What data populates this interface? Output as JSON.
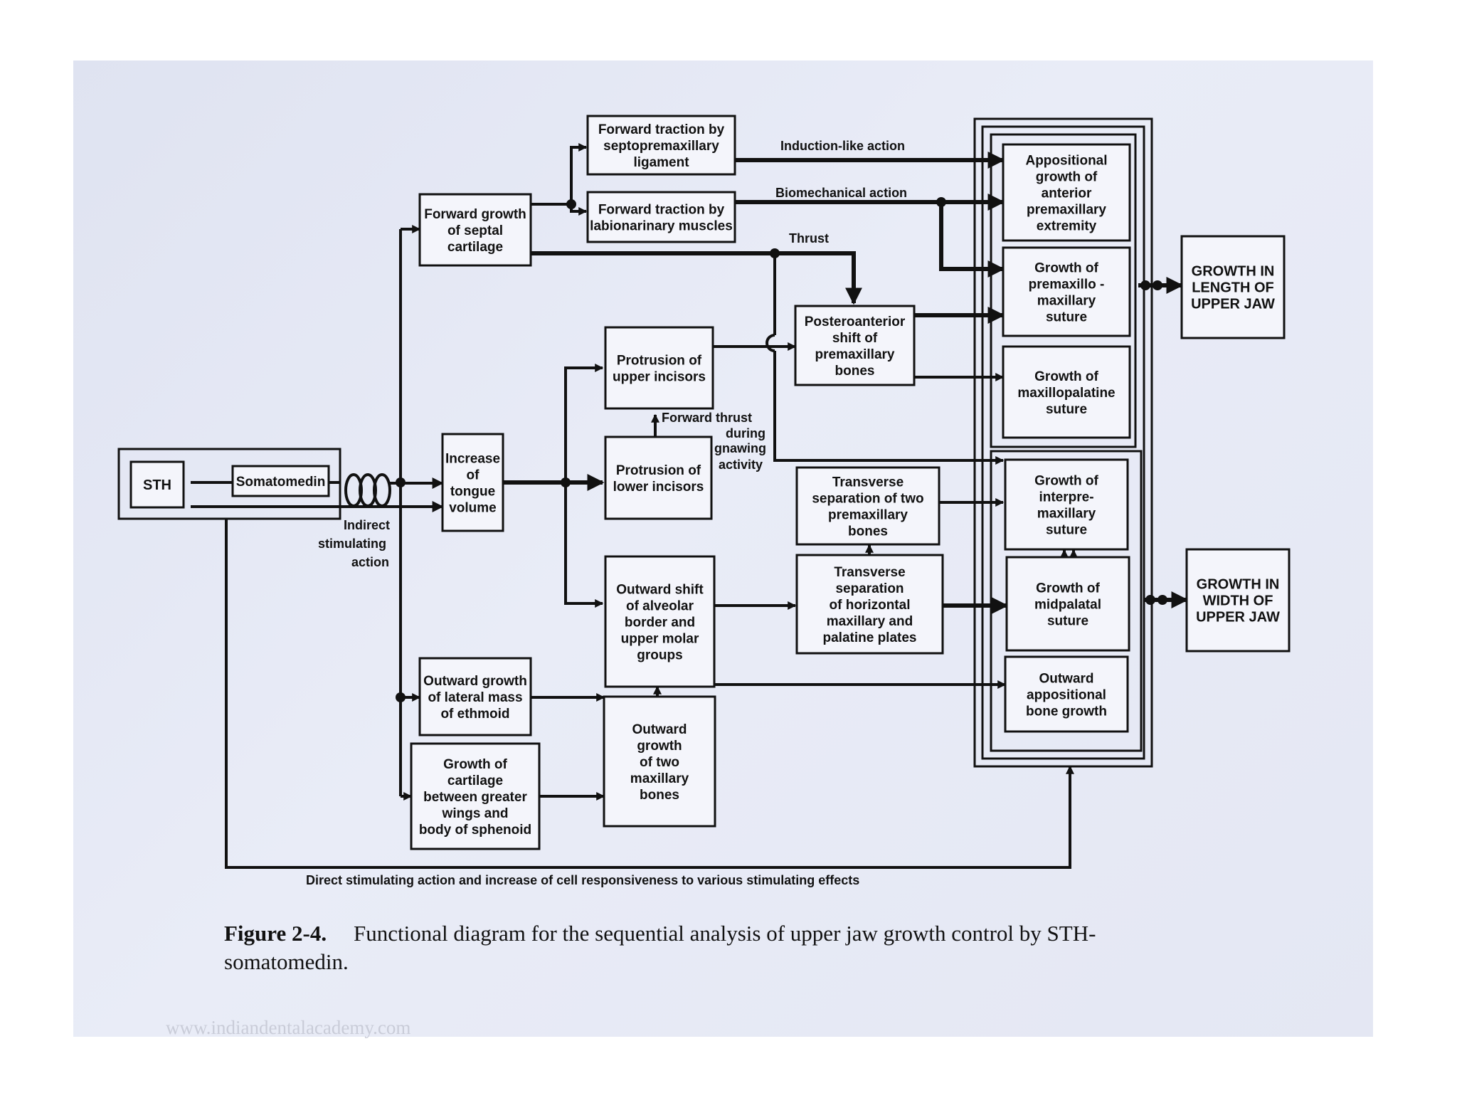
{
  "boxes": {
    "sth": [
      "STH"
    ],
    "somatomedin": [
      "Somatomedin"
    ],
    "septal": [
      "Forward growth",
      "of septal",
      "cartilage"
    ],
    "septoprem": [
      "Forward traction by",
      "septopremaxillary",
      "ligament"
    ],
    "labio": [
      "Forward traction by",
      "labionarinary muscles"
    ],
    "tongue": [
      "Increase",
      "of",
      "tongue",
      "volume"
    ],
    "protrusion_upper": [
      "Protrusion of",
      "upper incisors"
    ],
    "protrusion_lower": [
      "Protrusion of",
      "lower incisors"
    ],
    "posteroanterior": [
      "Posteroanterior",
      "shift of",
      "premaxillary",
      "bones"
    ],
    "transverse_two": [
      "Transverse",
      "separation  of two",
      "premaxillary",
      "bones"
    ],
    "outward_shift": [
      "Outward shift",
      "of alveolar",
      "border and",
      "upper molar",
      "groups"
    ],
    "transverse_horizontal": [
      "Transverse",
      "separation",
      "of horizontal",
      "maxillary and",
      "palatine plates"
    ],
    "ethmoid": [
      "Outward growth",
      "of  lateral mass",
      "of  ethmoid"
    ],
    "sphenoid": [
      "Growth of",
      "cartilage",
      "between greater",
      "wings and",
      "body of sphenoid"
    ],
    "two_maxillary": [
      "Outward",
      "growth",
      "of two",
      "maxillary",
      "bones"
    ],
    "appositional_anterior": [
      "Appositional",
      "growth  of",
      "anterior",
      "premaxillary",
      "extremity"
    ],
    "premaxillomaxillary": [
      "Growth of",
      "premaxillo -",
      "maxillary",
      "suture"
    ],
    "maxillopalatine": [
      "Growth of",
      "maxillopalatine",
      "suture"
    ],
    "interpremaxillary": [
      "Growth of",
      "interpre-",
      "maxillary",
      "suture"
    ],
    "midpalatal": [
      "Growth of",
      "midpalatal",
      "suture"
    ],
    "outward_appositional": [
      "Outward",
      "appositional",
      "bone growth"
    ],
    "growth_length": [
      "GROWTH IN",
      "LENGTH OF",
      "UPPER JAW"
    ],
    "growth_width": [
      "GROWTH IN",
      "WIDTH OF",
      "UPPER JAW"
    ]
  },
  "labels": {
    "induction": "Induction-like action",
    "biomechanical": "Biomechanical action",
    "thrust": "Thrust",
    "forward_thrust": [
      "Forward thrust",
      "during",
      "gnawing",
      "activity"
    ],
    "indirect": [
      "Indirect",
      "stimulating",
      "action"
    ],
    "direct": "Direct stimulating  action and   increase of cell  responsiveness to   various stimulating  effects"
  },
  "caption": {
    "figure_no": "Figure 2-4.",
    "line1": "Functional diagram for the sequential analysis of upper jaw growth control by STH-",
    "line2": "somatomedin."
  },
  "watermark": "www.indiandentalacademy.com"
}
